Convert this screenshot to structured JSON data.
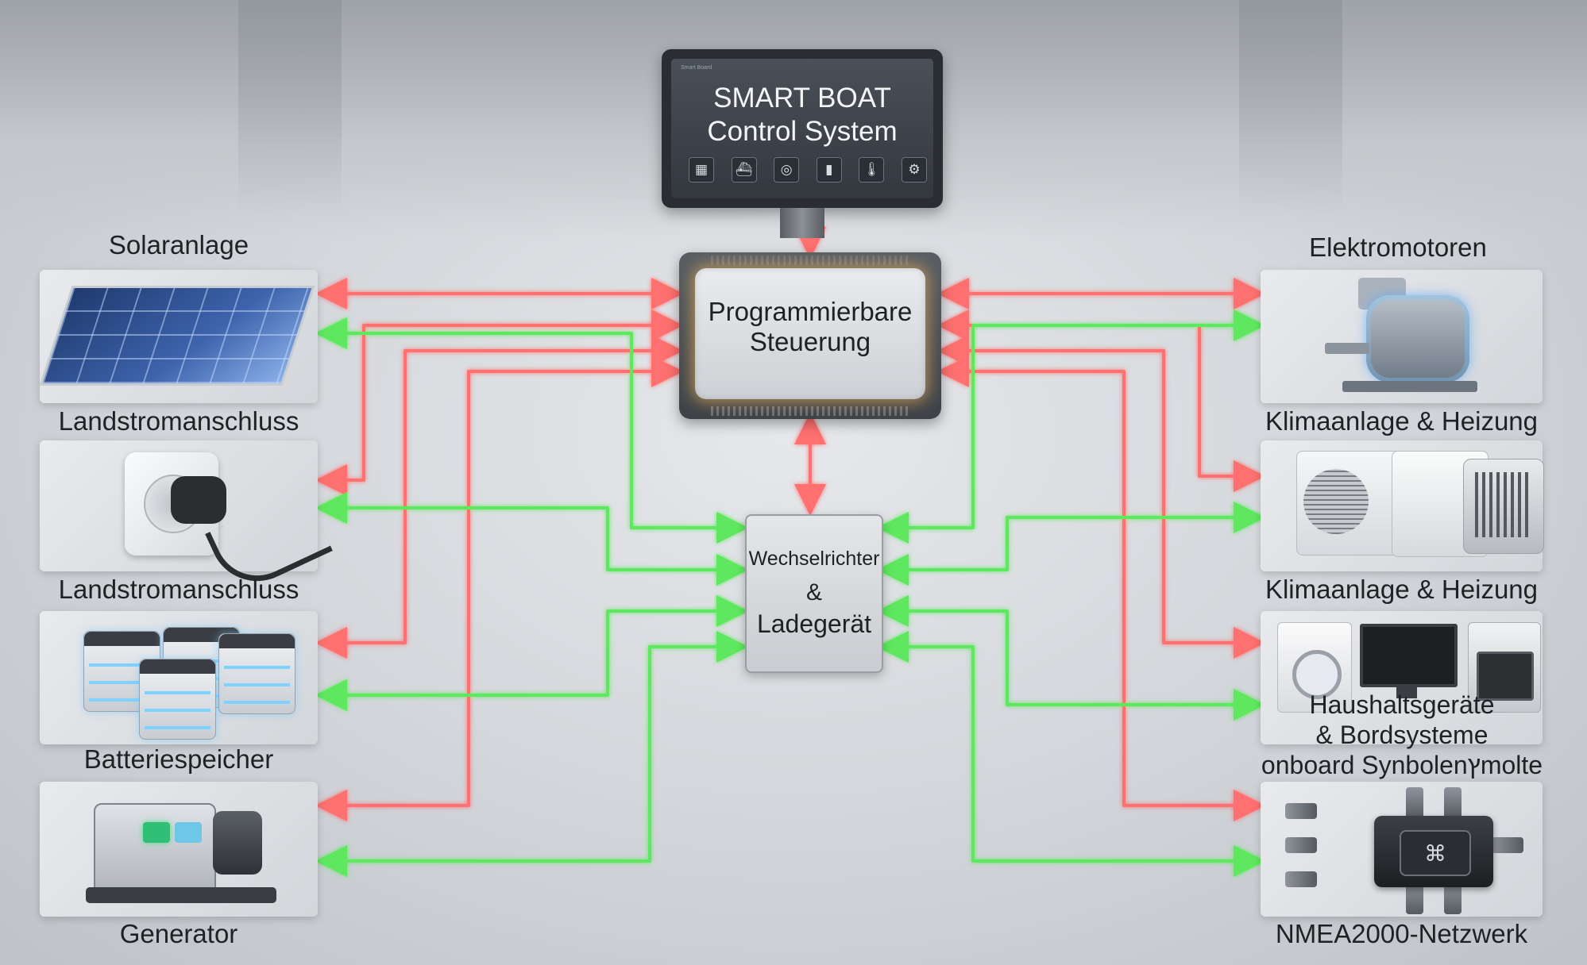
{
  "monitor": {
    "statusbar": "Smart Board",
    "title_line1": "SMART BOAT",
    "title_line2": "Control System"
  },
  "controller": {
    "line1": "Programmierbare",
    "line2": "Steuerung"
  },
  "inverter": {
    "line1": "Wechselrichter",
    "line2": "&",
    "line3": "Ladegerät"
  },
  "left_labels": {
    "top": "Solaranlage",
    "row1": "Landstromanschluss",
    "row2": "Landstromanschluss",
    "row3": "Batteriespeicher",
    "row4": "Generator"
  },
  "right_labels": {
    "top": "Elektromotoren",
    "row1": "Klimaanlage & Heizung",
    "row2": "Klimaanlage & Heizung",
    "row3_line1": "Haushaltsgeräte",
    "row3_line2": "& Bordsysteme",
    "row3_line3": "onboard Synbolenץmolte",
    "row4": "NMEA2000-Netzwerk"
  },
  "colors": {
    "red_line": "#ff6f6f",
    "green_line": "#5ee85e",
    "glow": "#ffbe5a"
  },
  "monitor_icons": [
    "grid-icon",
    "boat-icon",
    "compass-icon",
    "battery-icon",
    "thermometer-icon",
    "gear-icon"
  ]
}
